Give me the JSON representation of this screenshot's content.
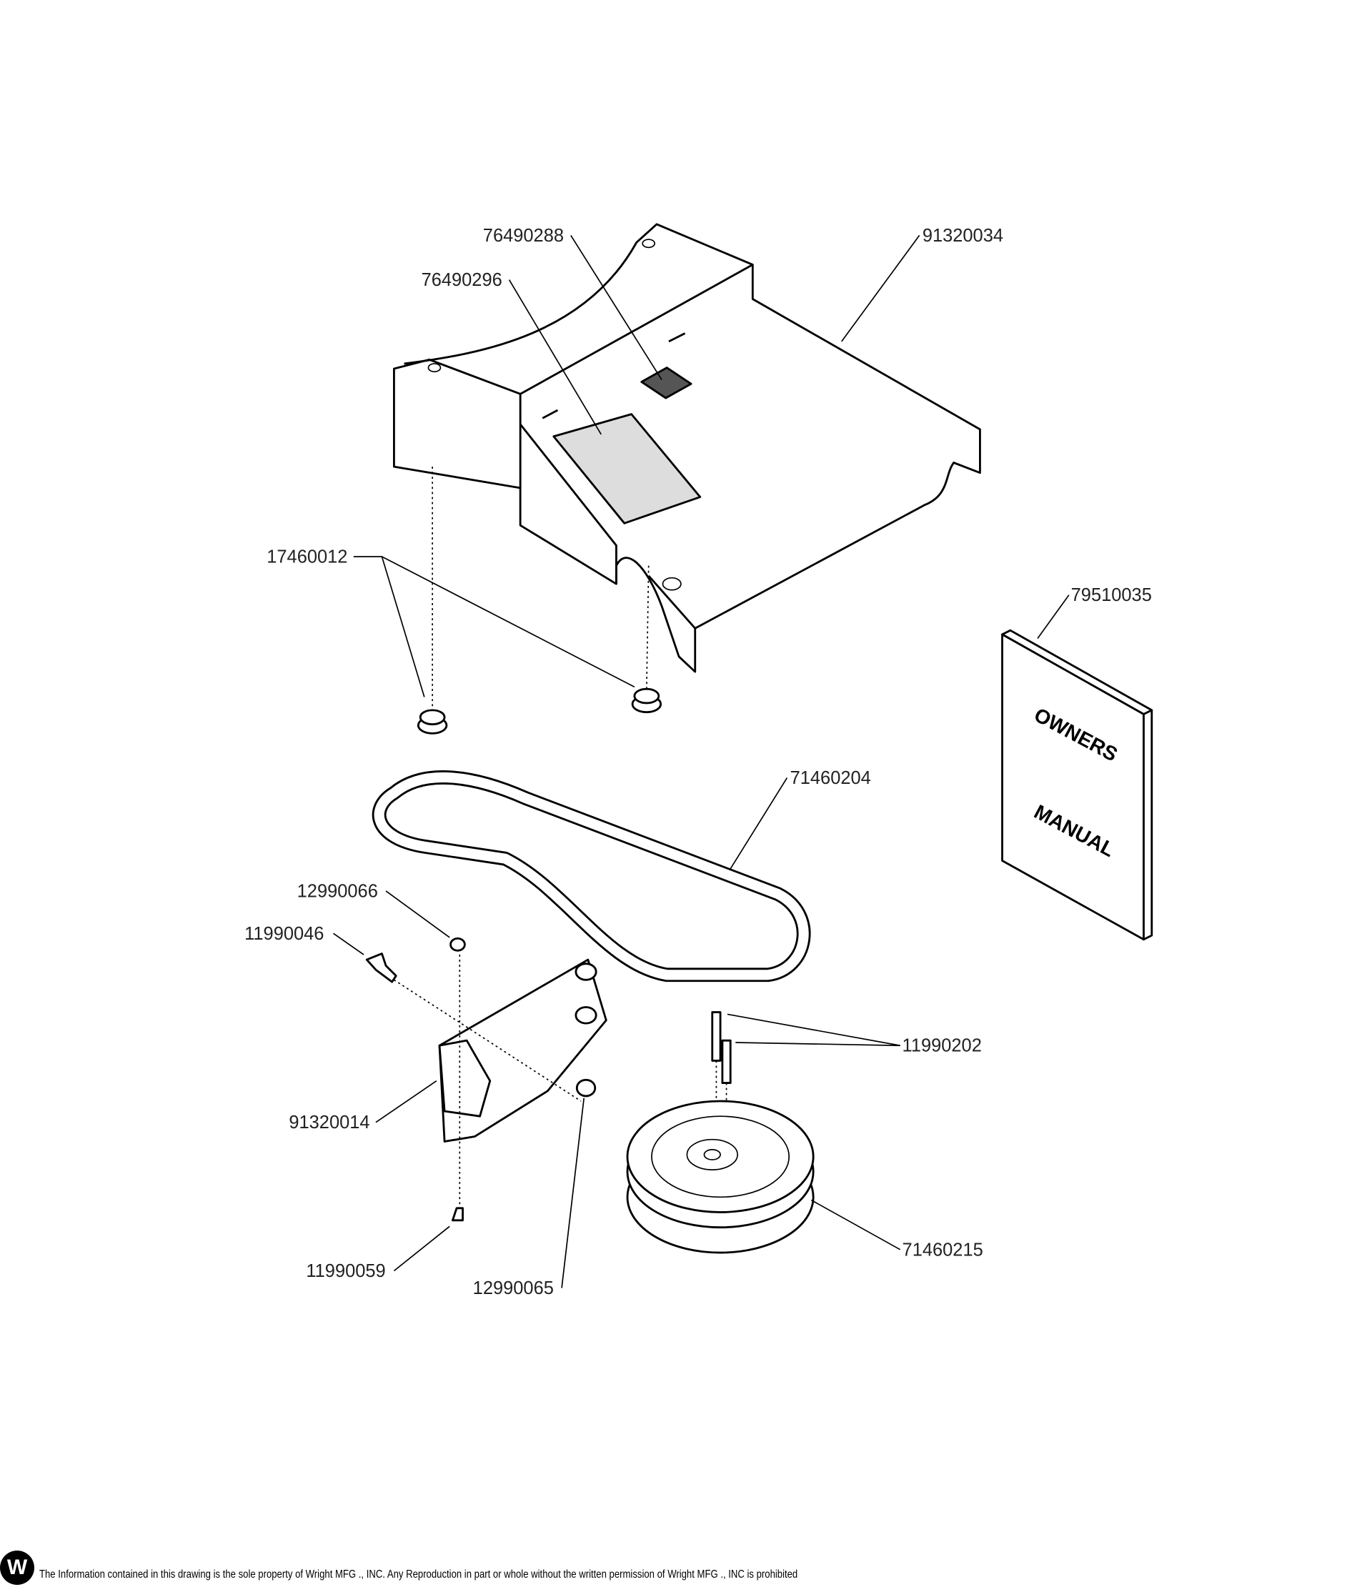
{
  "parts": {
    "p76490288": "76490288",
    "p91320034": "91320034",
    "p76490296": "76490296",
    "p17460012": "17460012",
    "p79510035": "79510035",
    "p71460204": "71460204",
    "p12990066": "12990066",
    "p11990046": "11990046",
    "p11990202": "11990202",
    "p91320014": "91320014",
    "p71460215": "71460215",
    "p11990059": "11990059",
    "p12990065": "12990065"
  },
  "manual": {
    "line1": "OWNERS",
    "line2": "MANUAL"
  },
  "footer": {
    "logo": "W",
    "notice": "The Information contained in this drawing is the sole property of Wright MFG ., INC. Any Reproduction in part or whole without the written permission of Wright MFG ., INC is prohibited"
  }
}
